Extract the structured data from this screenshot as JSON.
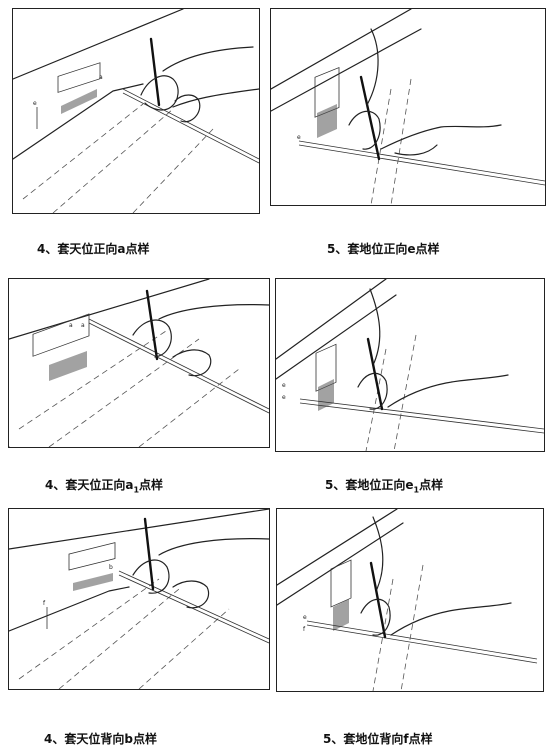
{
  "captions": {
    "r1_left": "4、套天位正向a点样",
    "r1_right": "5、套地位正向e点样",
    "r2_left": "4、套天位正向a",
    "r2_left_sub": "1",
    "r2_left_tail": "点样",
    "r2_right": "5、套地位正向e",
    "r2_right_sub": "1",
    "r2_right_tail": "点样",
    "r3_left": "4、套天位背向b点样",
    "r3_right": "5、套地位背向f点样"
  }
}
